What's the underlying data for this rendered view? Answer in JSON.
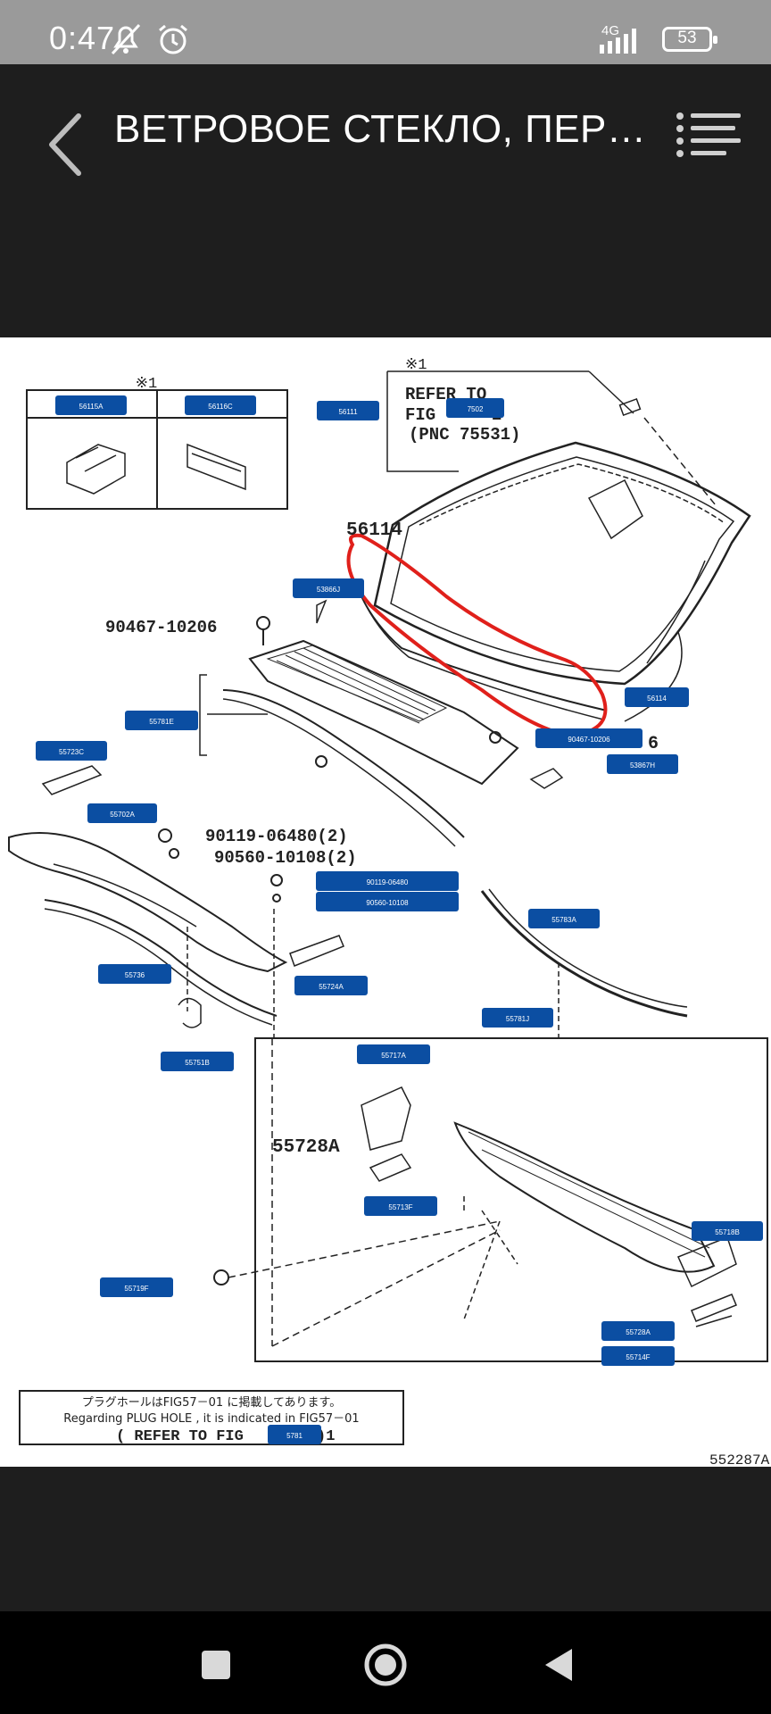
{
  "status_bar": {
    "time": "0:47",
    "network": "4G",
    "battery": "53",
    "icons": [
      "notifications-off-icon",
      "alarm-icon",
      "signal-icon",
      "battery-icon"
    ]
  },
  "app_bar": {
    "title": "ВЕТРОВОЕ СТЕКЛО, ПЕРЕД...",
    "back_icon": "back-arrow-icon",
    "menu_icon": "menu-icon"
  },
  "diagram": {
    "callouts": [
      "56115A",
      "56116C",
      "56111",
      "7502",
      "53866J",
      "55781E",
      "55723C",
      "55702A",
      "90119-06480",
      "90560-10108",
      "55783A",
      "55736",
      "55724A",
      "55751B",
      "55781J",
      "55717A",
      "55713F",
      "55719F",
      "55728A",
      "55714F",
      "55718B",
      "56114",
      "90467-10206",
      "53867H",
      "5781"
    ],
    "printed_labels": {
      "note_mark_left": "※1",
      "note_mark_right": "※1",
      "refer_line1": "REFER TO",
      "refer_line2": "FIG",
      "refer_suffix": "2",
      "refer_line3": "(PNC 75531)",
      "part_56114": "56114",
      "part_90467": "90467-10206",
      "part_90119": "90119-06480(2)",
      "part_90560": "90560-10108(2)",
      "part_55728A": "55728A",
      "suffix_6": "6",
      "figure_id": "552287A"
    },
    "note_box": {
      "japanese": "プラグホールはFIG57－01 に掲載してあります。",
      "english": "Regarding PLUG HOLE , it is indicated in FIG57－01",
      "refer": "( REFER TO FIG",
      "refer_suffix": ")1"
    },
    "colors": {
      "callout_bg": "#0b4ea2",
      "highlight": "#e0201b",
      "line": "#222222"
    }
  },
  "nav_bar": {
    "buttons": [
      "recents-square-icon",
      "home-circle-icon",
      "back-triangle-icon"
    ]
  }
}
